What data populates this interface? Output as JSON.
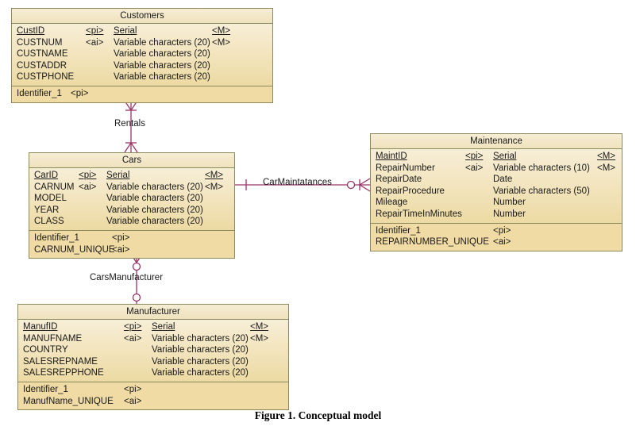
{
  "caption": "Figure 1. Conceptual model",
  "colors": {
    "entity_border": "#8a8a5c",
    "entity_header": "#f2e6c6",
    "entity_body": "#eddaa3",
    "entity_identifier": "#f0dba4",
    "link": "#993366",
    "text": "#1a1a1a"
  },
  "entities": [
    {
      "id": "customers",
      "name": "Customers",
      "attributes": [
        {
          "name": "CustID",
          "key": "<pi>",
          "type": "Serial",
          "mandatory": "<M>",
          "underline": true
        },
        {
          "name": "CUSTNUM",
          "key": "<ai>",
          "type": "Variable characters (20)",
          "mandatory": "<M>",
          "underline": false
        },
        {
          "name": "CUSTNAME",
          "key": "",
          "type": "Variable characters (20)",
          "mandatory": "",
          "underline": false
        },
        {
          "name": "CUSTADDR",
          "key": "",
          "type": "Variable characters (20)",
          "mandatory": "",
          "underline": false
        },
        {
          "name": "CUSTPHONE",
          "key": "",
          "type": "Variable characters (20)",
          "mandatory": "",
          "underline": false
        }
      ],
      "identifiers": [
        {
          "name": "Identifier_1",
          "key": "<pi>"
        }
      ]
    },
    {
      "id": "cars",
      "name": "Cars",
      "attributes": [
        {
          "name": "CarID",
          "key": "<pi>",
          "type": "Serial",
          "mandatory": "<M>",
          "underline": true
        },
        {
          "name": "CARNUM",
          "key": "<ai>",
          "type": "Variable characters (20)",
          "mandatory": "<M>",
          "underline": false
        },
        {
          "name": "MODEL",
          "key": "",
          "type": "Variable characters (20)",
          "mandatory": "",
          "underline": false
        },
        {
          "name": "YEAR",
          "key": "",
          "type": "Variable characters (20)",
          "mandatory": "",
          "underline": false
        },
        {
          "name": "CLASS",
          "key": "",
          "type": "Variable characters (20)",
          "mandatory": "",
          "underline": false
        }
      ],
      "identifiers": [
        {
          "name": "Identifier_1",
          "key": "<pi>"
        },
        {
          "name": "CARNUM_UNIQUE",
          "key": "<ai>"
        }
      ]
    },
    {
      "id": "maintenance",
      "name": "Maintenance",
      "attributes": [
        {
          "name": "MaintID",
          "key": "<pi>",
          "type": "Serial",
          "mandatory": "<M>",
          "underline": true
        },
        {
          "name": "RepairNumber",
          "key": "<ai>",
          "type": "Variable characters (10)",
          "mandatory": "<M>",
          "underline": false
        },
        {
          "name": "RepairDate",
          "key": "",
          "type": "Date",
          "mandatory": "",
          "underline": false
        },
        {
          "name": "RepairProcedure",
          "key": "",
          "type": "Variable characters (50)",
          "mandatory": "",
          "underline": false
        },
        {
          "name": "Mileage",
          "key": "",
          "type": "Number",
          "mandatory": "",
          "underline": false
        },
        {
          "name": "RepairTimeInMinutes",
          "key": "",
          "type": "Number",
          "mandatory": "",
          "underline": false
        }
      ],
      "identifiers": [
        {
          "name": "Identifier_1",
          "key": "<pi>"
        },
        {
          "name": "REPAIRNUMBER_UNIQUE",
          "key": "<ai>"
        }
      ]
    },
    {
      "id": "manufacturer",
      "name": "Manufacturer",
      "attributes": [
        {
          "name": "ManufID",
          "key": "<pi>",
          "type": "Serial",
          "mandatory": "<M>",
          "underline": true
        },
        {
          "name": "MANUFNAME",
          "key": "<ai>",
          "type": "Variable characters (20)",
          "mandatory": "<M>",
          "underline": false
        },
        {
          "name": "COUNTRY",
          "key": "",
          "type": "Variable characters (20)",
          "mandatory": "",
          "underline": false
        },
        {
          "name": "SALESREPNAME",
          "key": "",
          "type": "Variable characters (20)",
          "mandatory": "",
          "underline": false
        },
        {
          "name": "SALESREPPHONE",
          "key": "",
          "type": "Variable characters (20)",
          "mandatory": "",
          "underline": false
        }
      ],
      "identifiers": [
        {
          "name": "Identifier_1",
          "key": "<pi>"
        },
        {
          "name": "ManufName_UNIQUE",
          "key": "<ai>"
        }
      ]
    }
  ],
  "relationships": [
    {
      "id": "rentals",
      "label": "Rentals",
      "from": "Customers",
      "to": "Cars",
      "from_cardinality": "many-mandatory",
      "to_cardinality": "many-mandatory"
    },
    {
      "id": "carmaintatances",
      "label": "CarMaintatances",
      "from": "Cars",
      "to": "Maintenance",
      "from_cardinality": "one-mandatory",
      "to_cardinality": "many-optional"
    },
    {
      "id": "carsmanufacturer",
      "label": "CarsManufacturer",
      "from": "Cars",
      "to": "Manufacturer",
      "from_cardinality": "many-optional",
      "to_cardinality": "one-optional"
    }
  ]
}
